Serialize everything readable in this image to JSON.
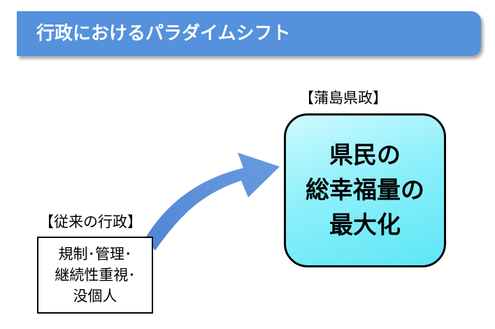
{
  "title": "行政におけるパラダイムシフト",
  "new_policy": {
    "label": "【蒲島県政】",
    "lines": [
      "県民の",
      "総幸福量の",
      "最大化"
    ]
  },
  "old_policy": {
    "label": "【従来の行政】",
    "lines": [
      "規制･管理･",
      "継続性重視･",
      "没個人"
    ]
  },
  "colors": {
    "banner": "#5591dc",
    "arrow": "#5b8fd6",
    "new_box_fill": "#8ef0fb"
  }
}
